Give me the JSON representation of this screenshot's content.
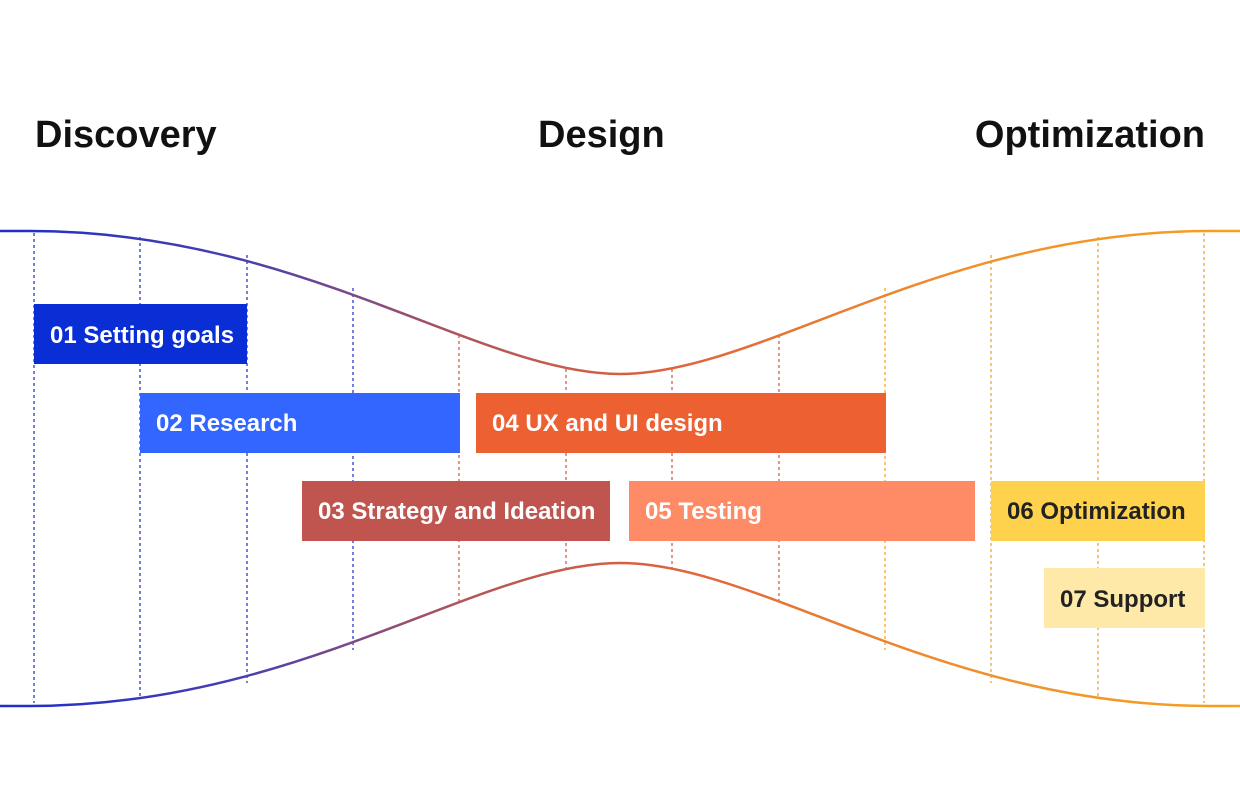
{
  "phases": [
    {
      "title": "Discovery"
    },
    {
      "title": "Design"
    },
    {
      "title": "Optimization"
    }
  ],
  "steps": [
    {
      "label": "01 Setting goals",
      "color": "#0a2ed6",
      "text_color": "#ffffff"
    },
    {
      "label": "02 Research",
      "color": "#3366ff",
      "text_color": "#ffffff"
    },
    {
      "label": "03 Strategy and Ideation",
      "color": "#c0554f",
      "text_color": "#ffffff"
    },
    {
      "label": "04 UX and UI design",
      "color": "#ec6031",
      "text_color": "#ffffff"
    },
    {
      "label": "05 Testing",
      "color": "#ff8a66",
      "text_color": "#ffffff"
    },
    {
      "label": "06 Optimization",
      "color": "#ffd24d",
      "text_color": "#222222"
    },
    {
      "label": "07 Support",
      "color": "#ffe9a8",
      "text_color": "#222222"
    }
  ],
  "colors": {
    "discovery": "#1f2ec8",
    "design": "#e0643c",
    "optimization": "#f19a26"
  }
}
